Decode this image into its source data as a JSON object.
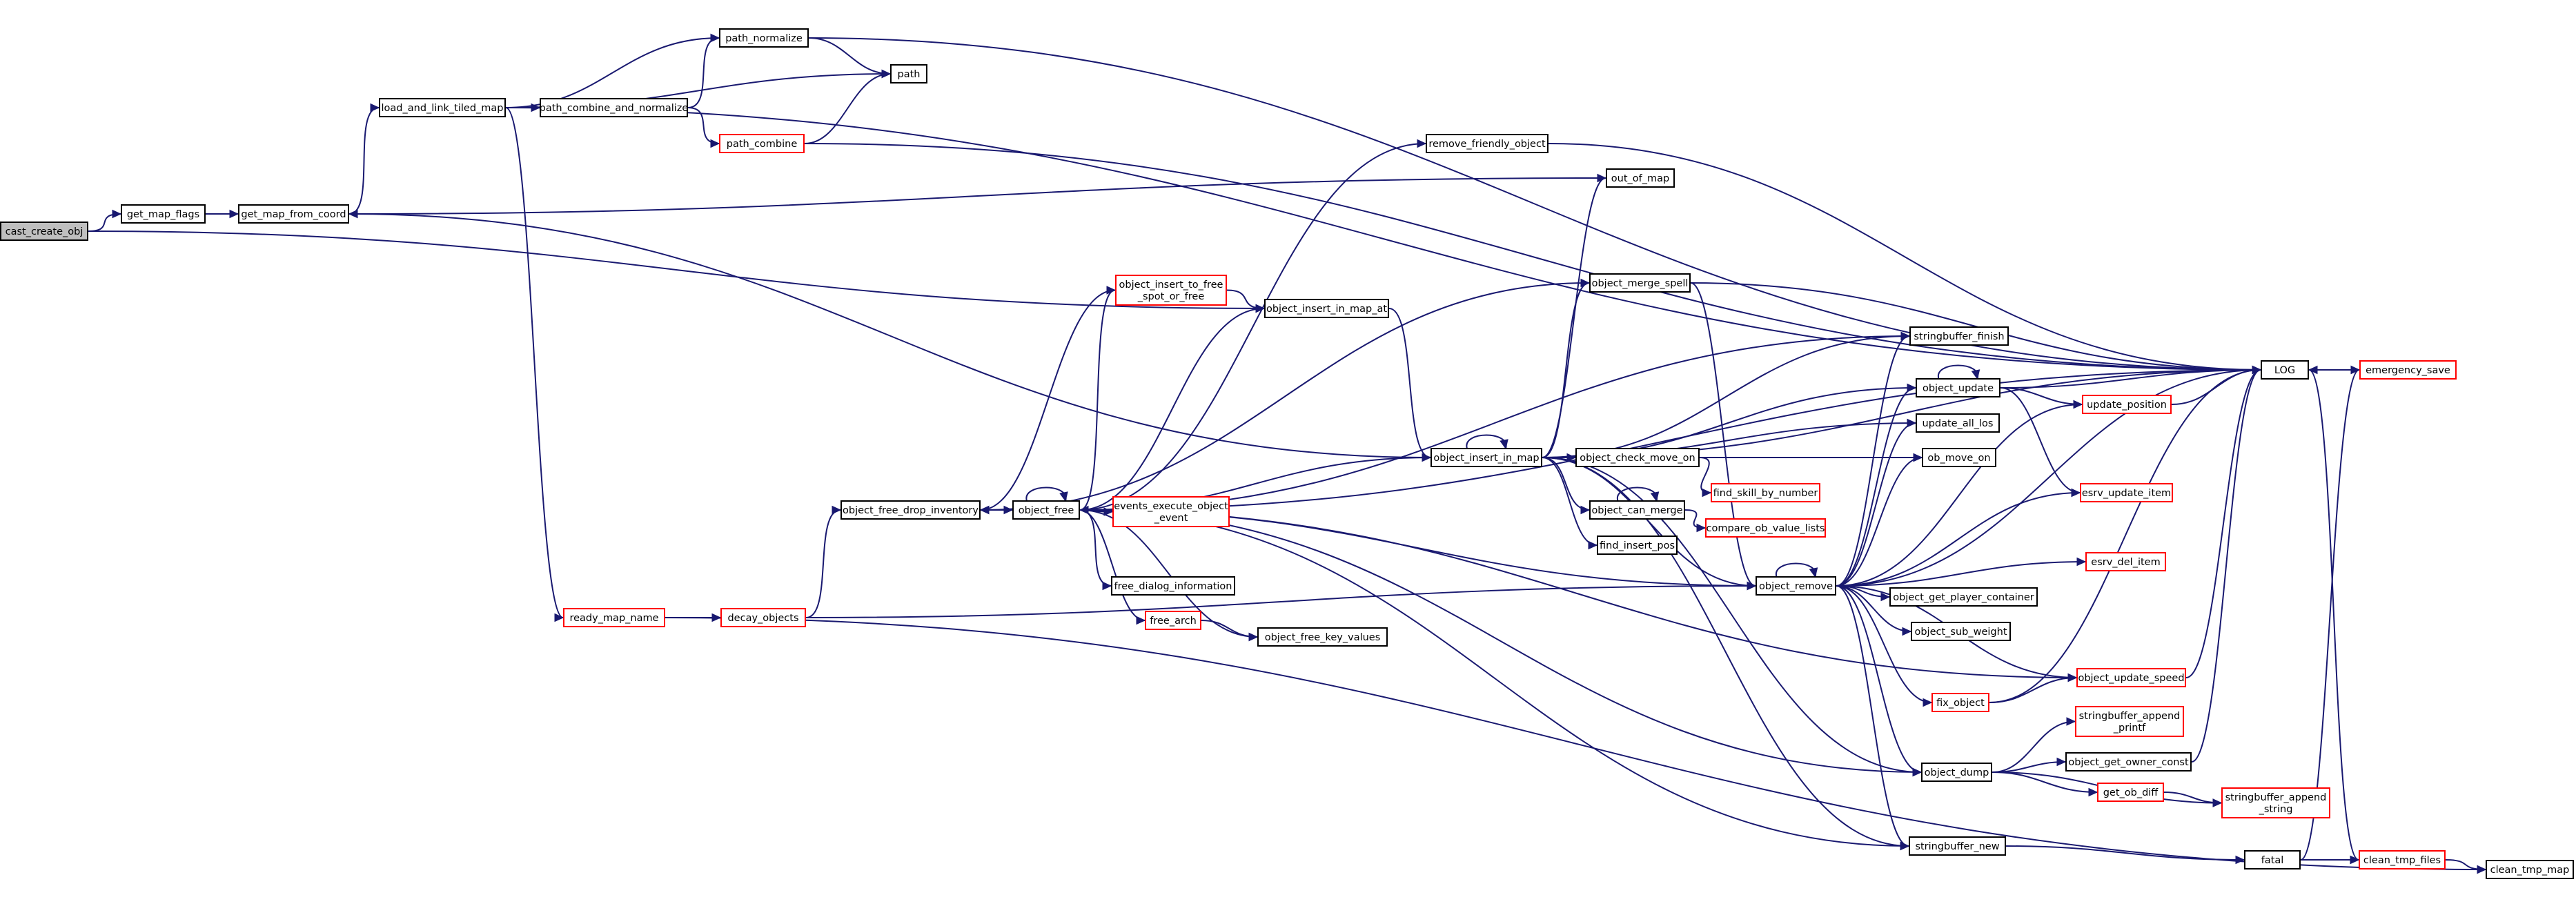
{
  "diagram": {
    "kind": "call graph",
    "colors": {
      "edge": "#191970",
      "node_border": "#000000",
      "node_border_truncated": "#ff0000",
      "node_fill": "#ffffff",
      "root_fill": "#bfbfbf"
    },
    "nodes": [
      {
        "id": "cast_create_obj",
        "lines": [
          "cast_create_obj"
        ],
        "root": true,
        "truncated": false
      },
      {
        "id": "get_map_flags",
        "lines": [
          "get_map_flags"
        ],
        "truncated": false
      },
      {
        "id": "get_map_from_coord",
        "lines": [
          "get_map_from_coord"
        ],
        "truncated": false
      },
      {
        "id": "load_and_link_tiled_map",
        "lines": [
          "load_and_link_tiled_map"
        ],
        "truncated": false
      },
      {
        "id": "path_normalize",
        "lines": [
          "path_normalize"
        ],
        "truncated": false
      },
      {
        "id": "path",
        "lines": [
          "path"
        ],
        "truncated": false
      },
      {
        "id": "path_combine_and_normalize",
        "lines": [
          "path_combine_and_normalize"
        ],
        "truncated": false
      },
      {
        "id": "path_combine",
        "lines": [
          "path_combine"
        ],
        "truncated": true
      },
      {
        "id": "ready_map_name",
        "lines": [
          "ready_map_name"
        ],
        "truncated": true
      },
      {
        "id": "decay_objects",
        "lines": [
          "decay_objects"
        ],
        "truncated": true
      },
      {
        "id": "object_free_drop_inventory",
        "lines": [
          "object_free_drop_inventory"
        ],
        "truncated": false
      },
      {
        "id": "object_free",
        "lines": [
          "object_free"
        ],
        "truncated": false
      },
      {
        "id": "object_insert_to_free_spot_or_free",
        "lines": [
          "object_insert_to_free",
          "_spot_or_free"
        ],
        "truncated": true
      },
      {
        "id": "events_execute_object_event",
        "lines": [
          "events_execute_object",
          "_event"
        ],
        "truncated": true
      },
      {
        "id": "free_dialog_information",
        "lines": [
          "free_dialog_information"
        ],
        "truncated": false
      },
      {
        "id": "free_arch",
        "lines": [
          "free_arch"
        ],
        "truncated": true
      },
      {
        "id": "object_free_key_values",
        "lines": [
          "object_free_key_values"
        ],
        "truncated": false
      },
      {
        "id": "object_insert_in_map_at",
        "lines": [
          "object_insert_in_map_at"
        ],
        "truncated": false
      },
      {
        "id": "remove_friendly_object",
        "lines": [
          "remove_friendly_object"
        ],
        "truncated": false
      },
      {
        "id": "out_of_map",
        "lines": [
          "out_of_map"
        ],
        "truncated": false
      },
      {
        "id": "object_merge_spell",
        "lines": [
          "object_merge_spell"
        ],
        "truncated": false
      },
      {
        "id": "object_insert_in_map",
        "lines": [
          "object_insert_in_map"
        ],
        "truncated": false
      },
      {
        "id": "object_check_move_on",
        "lines": [
          "object_check_move_on"
        ],
        "truncated": false
      },
      {
        "id": "find_skill_by_number",
        "lines": [
          "find_skill_by_number"
        ],
        "truncated": true
      },
      {
        "id": "object_can_merge",
        "lines": [
          "object_can_merge"
        ],
        "truncated": false
      },
      {
        "id": "compare_ob_value_lists",
        "lines": [
          "compare_ob_value_lists"
        ],
        "truncated": true
      },
      {
        "id": "find_insert_pos",
        "lines": [
          "find_insert_pos"
        ],
        "truncated": false
      },
      {
        "id": "stringbuffer_finish",
        "lines": [
          "stringbuffer_finish"
        ],
        "truncated": false
      },
      {
        "id": "object_update",
        "lines": [
          "object_update"
        ],
        "truncated": false
      },
      {
        "id": "update_all_los",
        "lines": [
          "update_all_los"
        ],
        "truncated": false
      },
      {
        "id": "ob_move_on",
        "lines": [
          "ob_move_on"
        ],
        "truncated": false
      },
      {
        "id": "update_position",
        "lines": [
          "update_position"
        ],
        "truncated": true
      },
      {
        "id": "esrv_update_item",
        "lines": [
          "esrv_update_item"
        ],
        "truncated": true
      },
      {
        "id": "object_remove",
        "lines": [
          "object_remove"
        ],
        "truncated": false
      },
      {
        "id": "esrv_del_item",
        "lines": [
          "esrv_del_item"
        ],
        "truncated": true
      },
      {
        "id": "object_get_player_container",
        "lines": [
          "object_get_player_container"
        ],
        "truncated": false
      },
      {
        "id": "object_sub_weight",
        "lines": [
          "object_sub_weight"
        ],
        "truncated": false
      },
      {
        "id": "fix_object",
        "lines": [
          "fix_object"
        ],
        "truncated": true
      },
      {
        "id": "object_update_speed",
        "lines": [
          "object_update_speed"
        ],
        "truncated": true
      },
      {
        "id": "stringbuffer_append_printf",
        "lines": [
          "stringbuffer_append",
          "_printf"
        ],
        "truncated": true
      },
      {
        "id": "object_get_owner_const",
        "lines": [
          "object_get_owner_const"
        ],
        "truncated": false
      },
      {
        "id": "object_dump",
        "lines": [
          "object_dump"
        ],
        "truncated": false
      },
      {
        "id": "get_ob_diff",
        "lines": [
          "get_ob_diff"
        ],
        "truncated": true
      },
      {
        "id": "stringbuffer_append_string",
        "lines": [
          "stringbuffer_append",
          "_string"
        ],
        "truncated": true
      },
      {
        "id": "stringbuffer_new",
        "lines": [
          "stringbuffer_new"
        ],
        "truncated": false
      },
      {
        "id": "fatal",
        "lines": [
          "fatal"
        ],
        "truncated": false
      },
      {
        "id": "LOG",
        "lines": [
          "LOG"
        ],
        "truncated": false
      },
      {
        "id": "emergency_save",
        "lines": [
          "emergency_save"
        ],
        "truncated": true
      },
      {
        "id": "clean_tmp_files",
        "lines": [
          "clean_tmp_files"
        ],
        "truncated": true
      },
      {
        "id": "clean_tmp_map",
        "lines": [
          "clean_tmp_map"
        ],
        "truncated": false
      }
    ],
    "edges": [
      [
        "cast_create_obj",
        "get_map_flags"
      ],
      [
        "cast_create_obj",
        "object_insert_in_map_at"
      ],
      [
        "get_map_flags",
        "get_map_from_coord"
      ],
      [
        "get_map_from_coord",
        "load_and_link_tiled_map"
      ],
      [
        "load_and_link_tiled_map",
        "path_normalize"
      ],
      [
        "load_and_link_tiled_map",
        "path"
      ],
      [
        "load_and_link_tiled_map",
        "path_combine_and_normalize"
      ],
      [
        "load_and_link_tiled_map",
        "LOG"
      ],
      [
        "load_and_link_tiled_map",
        "ready_map_name"
      ],
      [
        "path_normalize",
        "path"
      ],
      [
        "path_normalize",
        "LOG"
      ],
      [
        "path_combine_and_normalize",
        "path_normalize"
      ],
      [
        "path_combine_and_normalize",
        "path_combine"
      ],
      [
        "path_combine",
        "path"
      ],
      [
        "path_combine",
        "LOG"
      ],
      [
        "ready_map_name",
        "decay_objects"
      ],
      [
        "ready_map_name",
        "clean_tmp_map"
      ],
      [
        "decay_objects",
        "object_free_drop_inventory"
      ],
      [
        "decay_objects",
        "object_remove"
      ],
      [
        "object_free_drop_inventory",
        "object_free"
      ],
      [
        "object_free",
        "object_free"
      ],
      [
        "object_free",
        "object_free_drop_inventory"
      ],
      [
        "object_free",
        "object_insert_to_free_spot_or_free"
      ],
      [
        "object_free",
        "object_insert_in_map_at"
      ],
      [
        "object_free",
        "remove_friendly_object"
      ],
      [
        "object_free",
        "LOG"
      ],
      [
        "object_free",
        "events_execute_object_event"
      ],
      [
        "object_free",
        "free_dialog_information"
      ],
      [
        "object_free",
        "free_arch"
      ],
      [
        "object_free",
        "object_free_key_values"
      ],
      [
        "object_free",
        "object_remove"
      ],
      [
        "object_free",
        "object_update_speed"
      ],
      [
        "object_free",
        "object_dump"
      ],
      [
        "object_free",
        "stringbuffer_new"
      ],
      [
        "object_free",
        "stringbuffer_finish"
      ],
      [
        "object_insert_to_free_spot_or_free",
        "object_insert_in_map_at"
      ],
      [
        "object_insert_to_free_spot_or_free",
        "object_free_drop_inventory"
      ],
      [
        "free_arch",
        "object_free_key_values"
      ],
      [
        "object_insert_in_map_at",
        "object_insert_in_map"
      ],
      [
        "remove_friendly_object",
        "LOG"
      ],
      [
        "out_of_map",
        "get_map_from_coord"
      ],
      [
        "object_merge_spell",
        "object_free_drop_inventory"
      ],
      [
        "object_merge_spell",
        "LOG"
      ],
      [
        "object_merge_spell",
        "object_remove"
      ],
      [
        "object_insert_in_map",
        "object_insert_in_map"
      ],
      [
        "object_insert_in_map",
        "object_free"
      ],
      [
        "object_insert_in_map",
        "out_of_map"
      ],
      [
        "object_insert_in_map",
        "object_merge_spell"
      ],
      [
        "object_insert_in_map",
        "LOG"
      ],
      [
        "object_insert_in_map",
        "stringbuffer_finish"
      ],
      [
        "object_insert_in_map",
        "object_update"
      ],
      [
        "object_insert_in_map",
        "update_all_los"
      ],
      [
        "object_insert_in_map",
        "object_check_move_on"
      ],
      [
        "object_insert_in_map",
        "object_can_merge"
      ],
      [
        "object_insert_in_map",
        "find_insert_pos"
      ],
      [
        "object_insert_in_map",
        "object_remove"
      ],
      [
        "object_insert_in_map",
        "object_dump"
      ],
      [
        "object_insert_in_map",
        "stringbuffer_new"
      ],
      [
        "object_insert_in_map",
        "get_map_from_coord"
      ],
      [
        "object_check_move_on",
        "find_skill_by_number"
      ],
      [
        "object_check_move_on",
        "ob_move_on"
      ],
      [
        "object_can_merge",
        "object_can_merge"
      ],
      [
        "object_can_merge",
        "compare_ob_value_lists"
      ],
      [
        "object_update",
        "object_update"
      ],
      [
        "object_update",
        "LOG"
      ],
      [
        "object_update",
        "update_position"
      ],
      [
        "object_update",
        "esrv_update_item"
      ],
      [
        "update_position",
        "LOG"
      ],
      [
        "object_remove",
        "object_remove"
      ],
      [
        "object_remove",
        "stringbuffer_finish"
      ],
      [
        "object_remove",
        "object_update"
      ],
      [
        "object_remove",
        "update_all_los"
      ],
      [
        "object_remove",
        "ob_move_on"
      ],
      [
        "object_remove",
        "update_position"
      ],
      [
        "object_remove",
        "esrv_update_item"
      ],
      [
        "object_remove",
        "LOG"
      ],
      [
        "object_remove",
        "esrv_del_item"
      ],
      [
        "object_remove",
        "object_get_player_container"
      ],
      [
        "object_remove",
        "object_sub_weight"
      ],
      [
        "object_remove",
        "fix_object"
      ],
      [
        "object_remove",
        "object_update_speed"
      ],
      [
        "object_remove",
        "object_dump"
      ],
      [
        "object_remove",
        "stringbuffer_new"
      ],
      [
        "fix_object",
        "object_update_speed"
      ],
      [
        "fix_object",
        "LOG"
      ],
      [
        "object_update_speed",
        "LOG"
      ],
      [
        "object_dump",
        "stringbuffer_append_printf"
      ],
      [
        "object_dump",
        "object_get_owner_const"
      ],
      [
        "object_dump",
        "get_ob_diff"
      ],
      [
        "object_dump",
        "stringbuffer_append_string"
      ],
      [
        "object_get_owner_const",
        "LOG"
      ],
      [
        "get_ob_diff",
        "stringbuffer_append_string"
      ],
      [
        "stringbuffer_new",
        "fatal"
      ],
      [
        "fatal",
        "emergency_save"
      ],
      [
        "fatal",
        "clean_tmp_files"
      ],
      [
        "LOG",
        "emergency_save"
      ],
      [
        "LOG",
        "clean_tmp_files"
      ],
      [
        "emergency_save",
        "LOG"
      ],
      [
        "clean_tmp_files",
        "clean_tmp_map"
      ]
    ]
  }
}
